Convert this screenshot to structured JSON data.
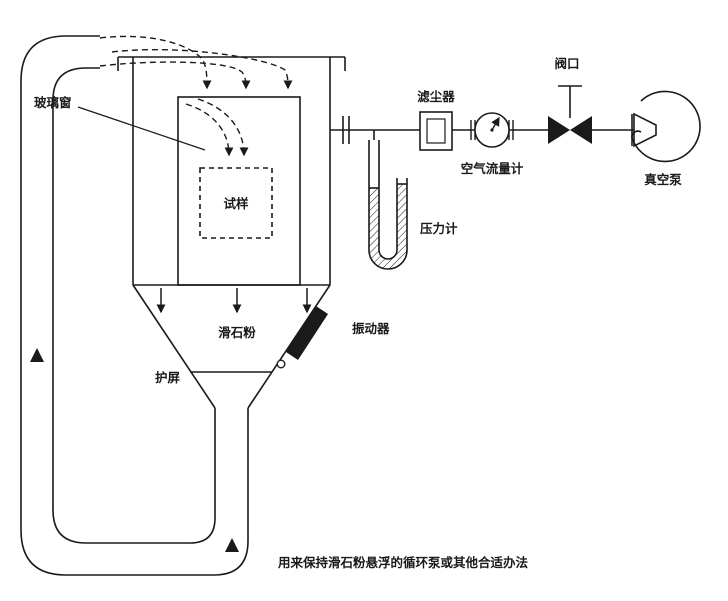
{
  "diagram": {
    "labels": {
      "glass_window": "玻璃窗",
      "sample": "试样",
      "dust_filter": "滤尘器",
      "valve": "阀口",
      "air_flowmeter": "空气流量计",
      "vacuum_pump": "真空泵",
      "manometer": "压力计",
      "talc": "滑石粉",
      "vibrator": "振动器",
      "shield": "护屏",
      "note": "用来保持滑石粉悬浮的循环泵或其他合适办法"
    },
    "colors": {
      "stroke": "#1a1a1a",
      "background": "#ffffff"
    }
  }
}
